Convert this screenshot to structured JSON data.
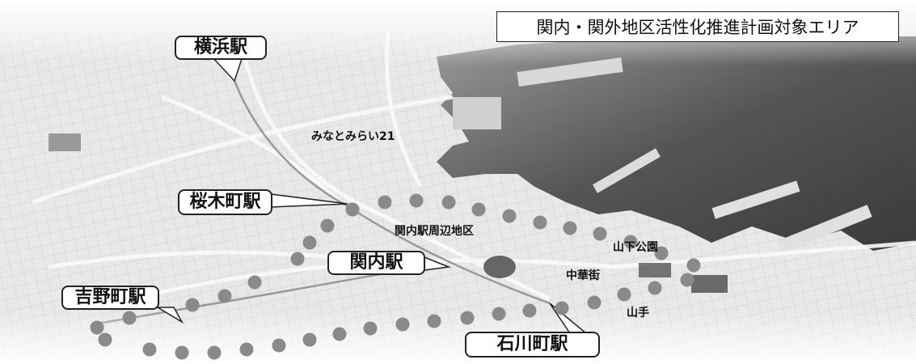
{
  "title": "関内・関外地区活性化推進計画対象エリア",
  "stations": {
    "yokohama": "横浜駅",
    "sakuragicho": "桜木町駅",
    "kannai": "関内駅",
    "yoshinocho": "吉野町駅",
    "ishikawacho": "石川町駅"
  },
  "places": {
    "minatomirai": "みなとみらい21",
    "kannai_area": "関内駅周辺地区",
    "yamashita_park": "山下公園",
    "chinatown": "中華街",
    "yamate": "山手"
  },
  "colors": {
    "boundary_dots": "#8a8a8a",
    "sea": "#4a4a4a",
    "land": "#e6e6e6"
  }
}
